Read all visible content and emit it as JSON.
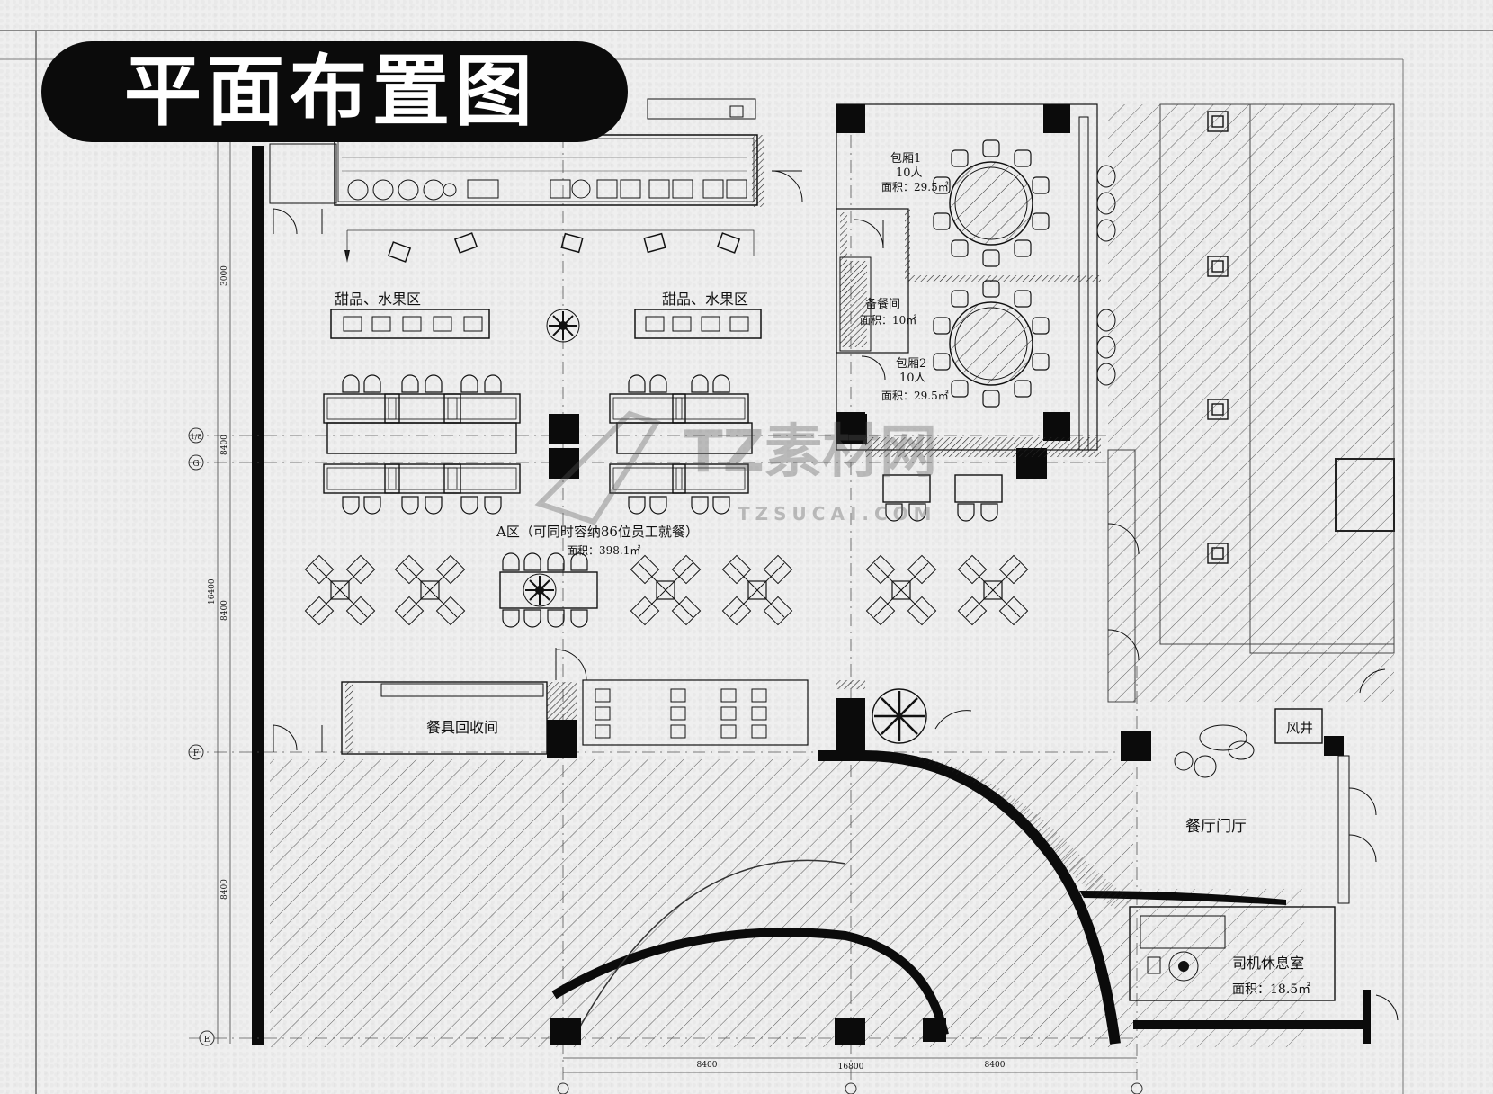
{
  "title": "平面布置图",
  "watermark": {
    "main": "TZ素材网",
    "sub": "TZSUCAI.COM"
  },
  "rooms": {
    "private_room_1": {
      "name": "包厢1",
      "capacity": "10人",
      "area": "面积：29.5㎡"
    },
    "private_room_2": {
      "name": "包厢2",
      "capacity": "10人",
      "area": "面积：29.5㎡"
    },
    "pantry": {
      "name": "备餐间",
      "area": "面积：10㎡"
    },
    "dessert_left": {
      "name": "甜品、水果区"
    },
    "dessert_right": {
      "name": "甜品、水果区"
    },
    "zone_a": {
      "name": "A区（可同时容纳86位员工就餐）",
      "area": "面积：398.1㎡"
    },
    "tableware": {
      "name": "餐具回收间"
    },
    "lobby": {
      "name": "餐厅门厅"
    },
    "air_shaft": {
      "name": "风井"
    },
    "driver_room": {
      "name": "司机休息室",
      "area": "面积：18.5㎡"
    }
  },
  "axis_labels": {
    "a": "1/8",
    "b": "G",
    "c": "F",
    "d": "E"
  },
  "dimensions": {
    "d1": "3000",
    "d2": "8400",
    "d3": "16400",
    "d4": "8400",
    "d5": "8400",
    "d6": "8400",
    "d7": "16800",
    "d8": "8400"
  },
  "colors": {
    "ink": "#111111",
    "badge": "#0b0b0b",
    "badge_text": "#ffffff"
  }
}
